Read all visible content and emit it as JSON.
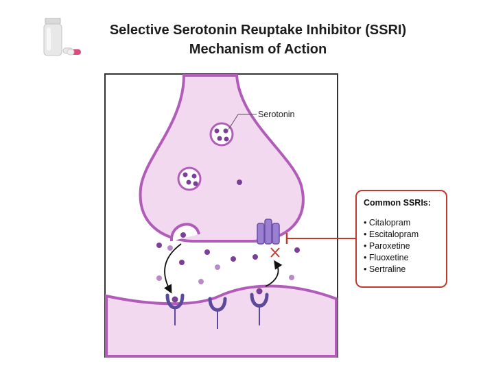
{
  "title": {
    "line1": "Selective Serotonin Reuptake Inhibitor (SSRI)",
    "line2": "Mechanism of Action"
  },
  "labels": {
    "serotonin": "Serotonin"
  },
  "ssri_box": {
    "heading": "Common SSRIs:",
    "items": [
      "Citalopram",
      "Escitalopram",
      "Paroxetine",
      "Fluoxetine",
      "Sertraline"
    ]
  },
  "colors": {
    "membrane": "#b05cb8",
    "cytoplasm": "#f2d9f0",
    "molecule": "#7b3f98",
    "molecule_light": "#b78bc7",
    "receptor": "#5b4a9c",
    "inhibit": "#c0392b",
    "frame": "#333333"
  },
  "icons": [
    "pill-bottle-icon",
    "capsule-icon",
    "serotonin-transporter-icon",
    "receptor-icon",
    "blocked-x-icon"
  ]
}
